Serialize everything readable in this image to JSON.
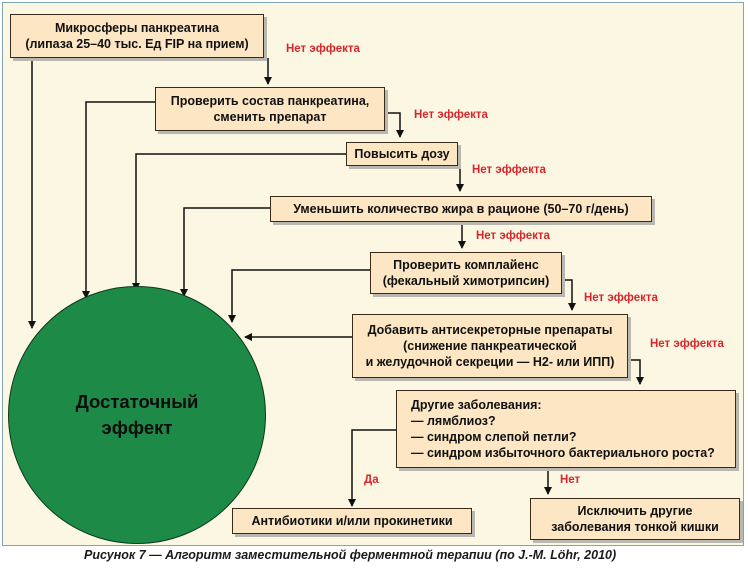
{
  "boxes": {
    "microspheres": [
      "Микросферы панкреатина",
      "(липаза 25–40 тыс. Ед FIP на прием)"
    ],
    "check_composition": [
      "Проверить состав панкреатина,",
      "сменить препарат"
    ],
    "increase_dose": [
      "Повысить дозу"
    ],
    "reduce_fat": [
      "Уменьшить количество жира в рационе (50–70 г/день)"
    ],
    "check_compliance": [
      "Проверить комплайенс",
      "(фекальный химотрипсин)"
    ],
    "add_antisecretory": [
      "Добавить антисекреторные препараты",
      "(снижение панкреатической",
      "и желудочной секреции — Н2- или ИПП)"
    ],
    "other_diseases": [
      "Другие заболевания:",
      "— лямблиоз?",
      "— синдром слепой петли?",
      " — синдром избыточного бактериального роста?"
    ],
    "antibiotics": [
      "Антибиотики и/или прокинетики"
    ],
    "exclude_other": [
      "Исключить другие",
      "заболевания тонкой кишки"
    ]
  },
  "outcome": [
    "Достаточный",
    "эффект"
  ],
  "labels": {
    "no_effect": "Нет эффекта",
    "yes": "Да",
    "no": "Нет"
  },
  "caption": "Рисунок 7 — Алгоритм заместительной ферментной терапии (по J.-M. Löhr, 2010)",
  "colors": {
    "panel_bg": "#fbf7e3",
    "box_fill": "#fce6c4",
    "circle_fill": "#1e8a47",
    "label_red": "#d6262c"
  }
}
